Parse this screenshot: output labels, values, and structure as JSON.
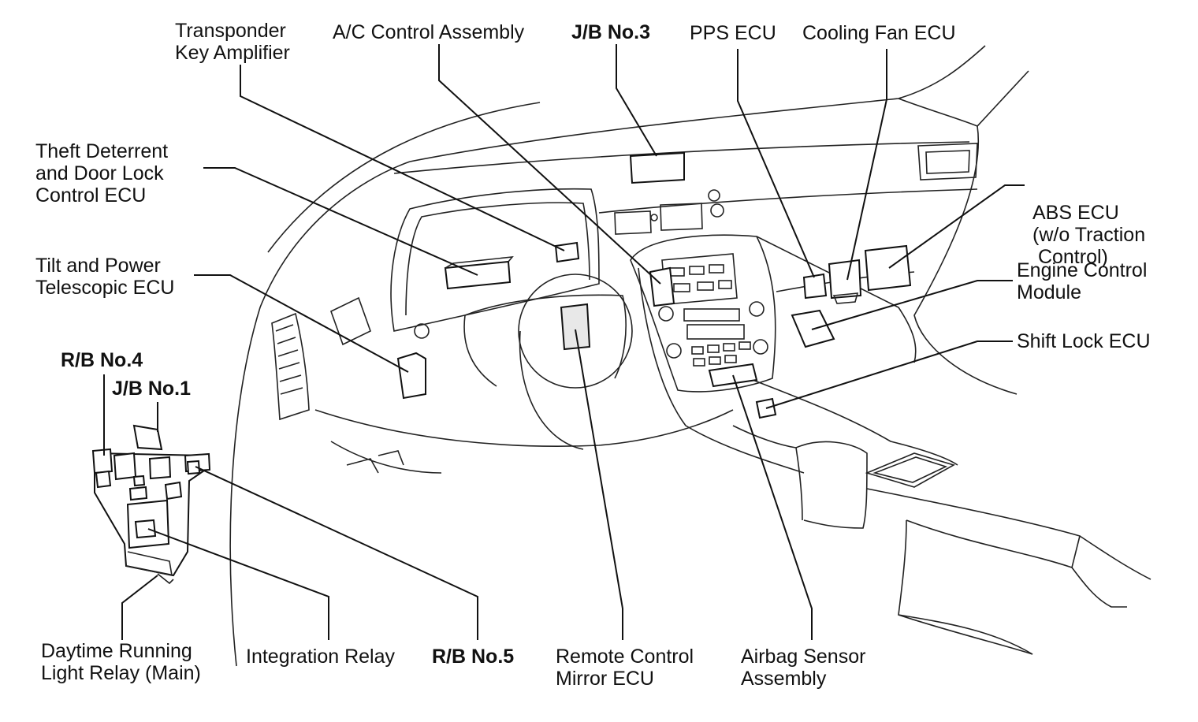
{
  "labels": {
    "transponder": [
      "Transponder",
      "Key Amplifier"
    ],
    "ac_control": [
      "A/C Control Assembly"
    ],
    "jb3": [
      "J/B No.3"
    ],
    "pps_ecu": [
      "PPS ECU"
    ],
    "cooling_fan": [
      "Cooling Fan ECU"
    ],
    "theft_deterrent": [
      "Theft Deterrent",
      "and Door Lock",
      "Control ECU"
    ],
    "abs_ecu": [
      "ABS ECU",
      "(w/o Traction",
      " Control)"
    ],
    "tilt_telescopic": [
      "Tilt and Power",
      "Telescopic ECU"
    ],
    "engine_control": [
      "Engine Control",
      "Module"
    ],
    "shift_lock": [
      "Shift Lock ECU"
    ],
    "rb4": [
      "R/B No.4"
    ],
    "jb1": [
      "J/B No.1"
    ],
    "drl_relay": [
      "Daytime Running",
      "Light Relay (Main)"
    ],
    "integration_relay": [
      "Integration Relay"
    ],
    "rb5": [
      "R/B No.5"
    ],
    "remote_mirror": [
      "Remote Control",
      "Mirror ECU"
    ],
    "airbag_sensor": [
      "Airbag Sensor",
      "Assembly"
    ]
  }
}
